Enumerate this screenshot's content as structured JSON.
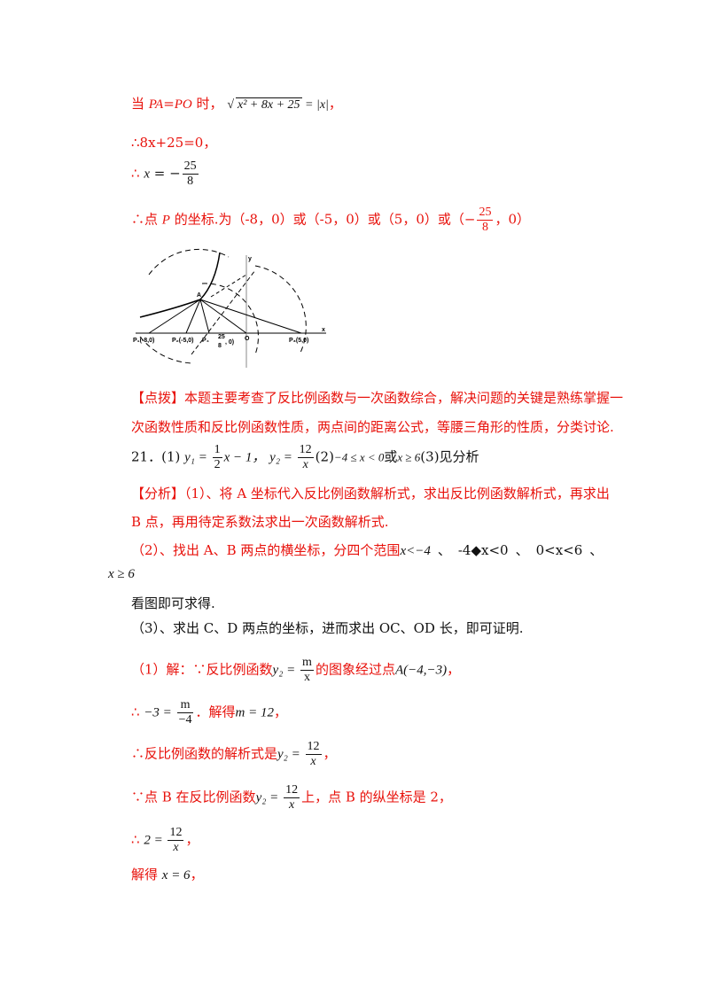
{
  "lines": {
    "l1": {
      "prefix": "当 ",
      "pa": "PA",
      "eq": "=",
      "po": "PO",
      "suffix": " 时，",
      "expr": "x² + 8x + 25",
      "rhs": " = |x|",
      "end": "，"
    },
    "l2": {
      "text": "∴8x+25=0，"
    },
    "l3": {
      "prefix": "∴ ",
      "var": "x",
      "eq": " = −",
      "num": "25",
      "den": "8"
    },
    "l4": {
      "prefix": "∴点 ",
      "var": "P",
      "mid": " 的坐标.为（-8，0）或（-5，0）或（5，0）或（−",
      "num": "25",
      "den": "8",
      "end": "，0）"
    },
    "tip1": {
      "bracket": "【点拨】",
      "text": "本题主要考查了反比例函数与一次函数综合，解决问题的关键是熟练掌握一"
    },
    "tip2": {
      "text": "次函数性质和反比例函数性质，两点间的距离公式，等腰三角形的性质，分类讨论."
    },
    "q21": {
      "num": "21．(1) ",
      "y1": "y₁ = ",
      "n1": "1",
      "d1": "2",
      "rest1": "x − 1，",
      "y2": "y₂ = ",
      "n2": "12",
      "d2": "x",
      "p2": "(2)",
      "ineq": "−4 ≤ x < 0",
      "or": "或",
      "ineq2": "x ≥ 6",
      "p3": "(3)见分析"
    },
    "an1": {
      "bracket": "【分析】",
      "text": "（1）、将 A 坐标代入反比例函数解析式，求出反比例函数解析式，再求出"
    },
    "an2": {
      "text": "B 点，再用待定系数法求出一次函数解析式."
    },
    "an3": {
      "text": "（2）、找出 A、B 两点的横坐标，分四个范围",
      "r1": "x<−4",
      "sep1": "、",
      "r2": "-4◆x<0",
      "sep2": "、",
      "r3": "0<x<6",
      "sep3": "、"
    },
    "an4": {
      "text": "x ≥ 6"
    },
    "an5": {
      "text": "看图即可求得."
    },
    "an6": {
      "text": "（3）、求出 C、D 两点的坐标，进而求出 OC、OD 长，即可证明."
    },
    "s1": {
      "prefix": "（1）解：∵反比例函数",
      "y2": "y₂ = ",
      "num": "m",
      "den": "x",
      "mid": "的图象经过点",
      "pt": "A(−4,−3)",
      "end": "，"
    },
    "s2": {
      "prefix": "∴ ",
      "lhs": "−3 = ",
      "num": "m",
      "den": "−4",
      "mid": "．解得",
      "res": "m = 12",
      "end": "，"
    },
    "s3": {
      "prefix": "∴反比例函数的解析式是",
      "y2": "y₂ = ",
      "num": "12",
      "den": "x",
      "end": "，"
    },
    "s4": {
      "prefix": "∵点 B 在反比例函数",
      "y2": "y₂ = ",
      "num": "12",
      "den": "x",
      "end": "上，点 B 的纵坐标是 2，"
    },
    "s5": {
      "prefix": "∴ ",
      "lhs": "2 = ",
      "num": "12",
      "den": "x",
      "end": "，"
    },
    "s6": {
      "prefix": "解得 ",
      "res": "x = 6",
      "end": "，"
    }
  },
  "figure": {
    "labels": {
      "p1": "P₁(-8,0)",
      "p2": "P₂(-5,0)",
      "p4": "P₄",
      "frac_num": "25",
      "frac_den": "8",
      "frac_tail": ", 0)",
      "o": "O",
      "p3": "P₃(5,0)",
      "a": "A",
      "x": "x",
      "y": "y"
    }
  },
  "colors": {
    "accent": "#e8120c",
    "text": "#111111"
  }
}
